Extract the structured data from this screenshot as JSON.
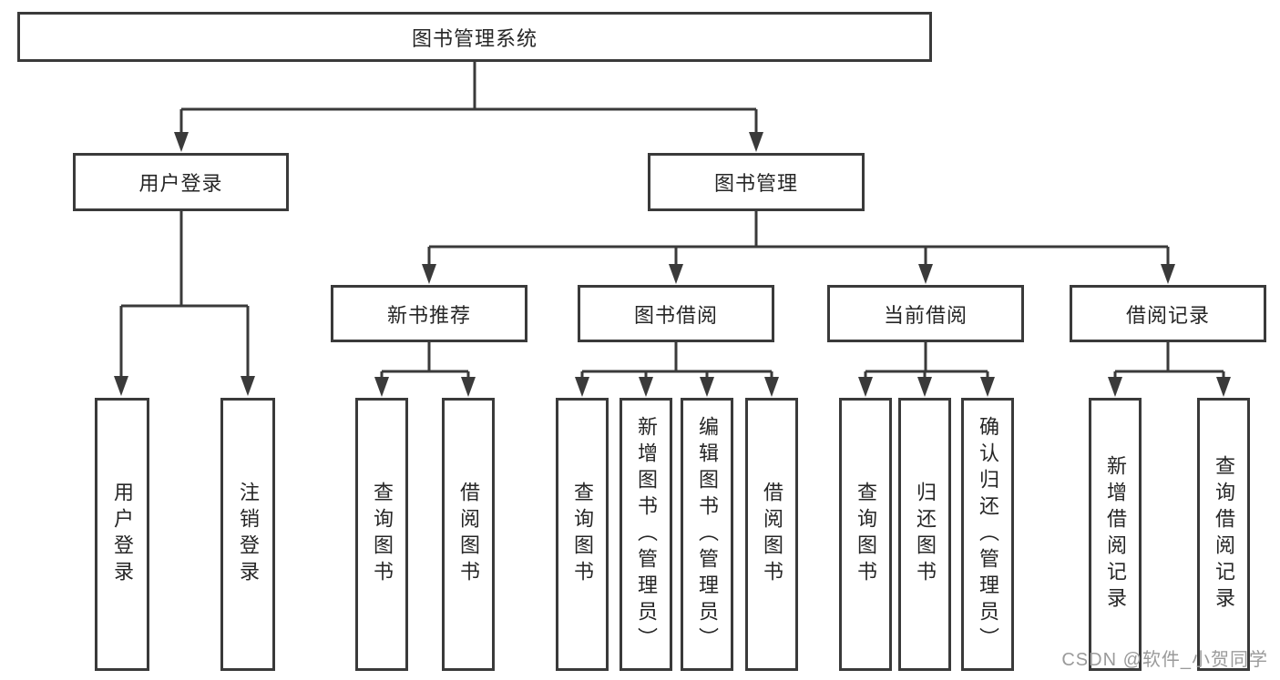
{
  "diagram": {
    "colors": {
      "line": "#3a3a3a",
      "text": "#262626",
      "background": "#ffffff",
      "watermark": "#9a9a9a"
    },
    "root": {
      "label": "图书管理系统"
    },
    "branches": [
      {
        "label": "用户登录",
        "children": [
          {
            "label": "用户登录"
          },
          {
            "label": "注销登录"
          }
        ]
      },
      {
        "label": "图书管理",
        "children": [
          {
            "label": "新书推荐",
            "children": [
              {
                "label": "查询图书"
              },
              {
                "label": "借阅图书"
              }
            ]
          },
          {
            "label": "图书借阅",
            "children": [
              {
                "label": "查询图书"
              },
              {
                "label": "新增图书（管理员）"
              },
              {
                "label": "编辑图书（管理员）"
              },
              {
                "label": "借阅图书"
              }
            ]
          },
          {
            "label": "当前借阅",
            "children": [
              {
                "label": "查询图书"
              },
              {
                "label": "归还图书"
              },
              {
                "label": "确认归还（管理员）"
              }
            ]
          },
          {
            "label": "借阅记录",
            "children": [
              {
                "label": "新增借阅记录"
              },
              {
                "label": "查询借阅记录"
              }
            ]
          }
        ]
      }
    ],
    "watermark": "CSDN @软件_小贺同学"
  }
}
